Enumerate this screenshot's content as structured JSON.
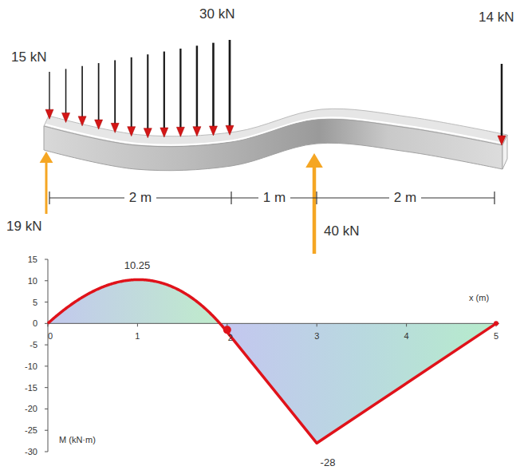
{
  "diagram": {
    "labels": [
      "30 kN",
      "15 kN",
      "14 kN",
      "2 m",
      "1 m",
      "2 m",
      "19 kN",
      "40 kN",
      "15",
      "10.25",
      "10",
      "5",
      "x (m)",
      "0",
      "0",
      "1",
      "2",
      "3",
      "4",
      "5",
      "-5",
      "-10",
      "-15",
      "-20",
      "-25",
      "M (kN·m)",
      "-30",
      "-28"
    ]
  }
}
